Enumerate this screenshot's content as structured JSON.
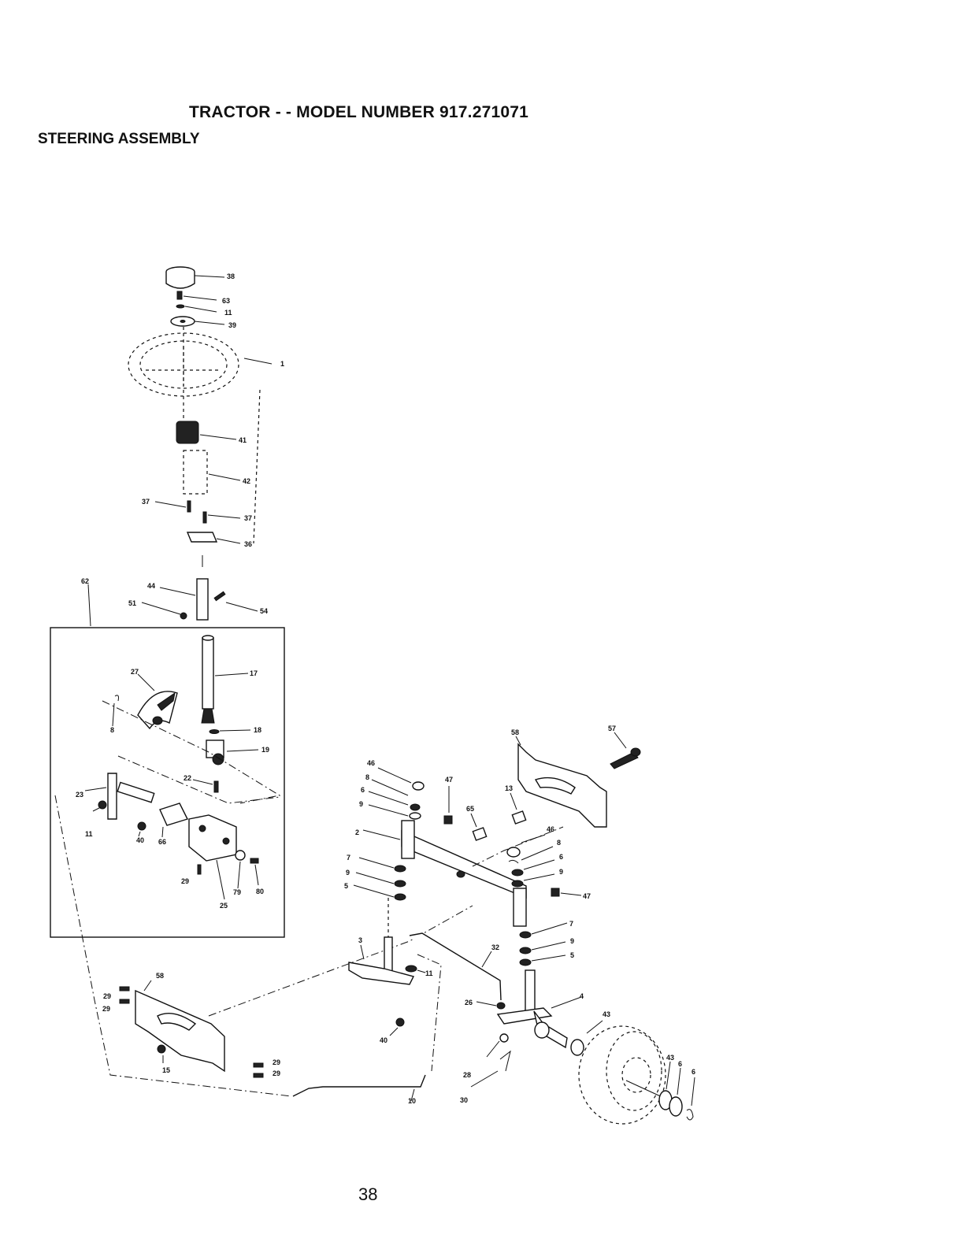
{
  "header": {
    "title": "TRACTOR - - MODEL NUMBER 917.271071",
    "subtitle": "STEERING ASSEMBLY"
  },
  "footer": {
    "page_number": "38"
  },
  "callouts": {
    "c38": "38",
    "c63": "63",
    "c11a": "11",
    "c39": "39",
    "c1": "1",
    "c41": "41",
    "c42": "42",
    "c37a": "37",
    "c37b": "37",
    "c36": "36",
    "c62": "62",
    "c44": "44",
    "c51": "51",
    "c54": "54",
    "c27": "27",
    "c17": "17",
    "c8a": "8",
    "c18": "18",
    "c19": "19",
    "c22": "22",
    "c23": "23",
    "c11b": "11",
    "c40a": "40",
    "c66": "66",
    "c29a": "29",
    "c79": "79",
    "c80": "80",
    "c25": "25",
    "c46a": "46",
    "c8b": "8",
    "c6a": "6",
    "c9a": "9",
    "c47a": "47",
    "c65": "65",
    "c13": "13",
    "c58a": "58",
    "c57": "57",
    "c2": "2",
    "c7a": "7",
    "c9b": "9",
    "c5a": "5",
    "c46b": "46",
    "c8c": "8",
    "c6b": "6",
    "c9c": "9",
    "c47b": "47",
    "c7b": "7",
    "c9d": "9",
    "c5b": "5",
    "c3": "3",
    "c11c": "11",
    "c32": "32",
    "c26": "26",
    "c4": "4",
    "c40b": "40",
    "c28": "28",
    "c30": "30",
    "c10": "10",
    "c43a": "43",
    "c43b": "43",
    "c6c": "6",
    "c6d": "6",
    "c58b": "58",
    "c29b": "29",
    "c29c": "29",
    "c15": "15",
    "c29d": "29",
    "c29e": "29"
  }
}
